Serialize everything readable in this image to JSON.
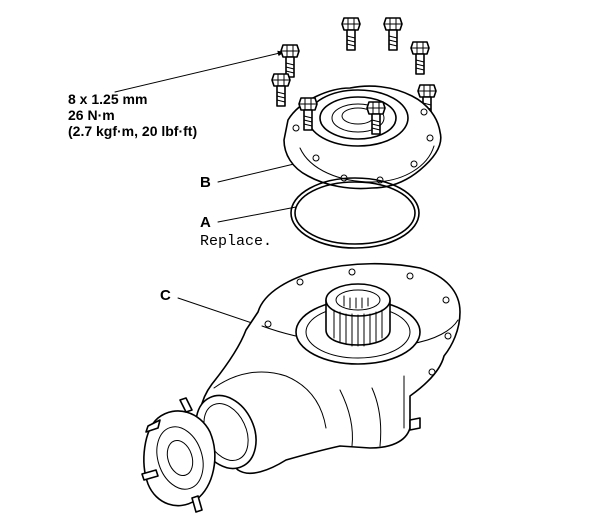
{
  "spec": {
    "size": "8 x 1.25 mm",
    "torque_nm": "26 N·m",
    "torque_alt": "(2.7 kgf·m, 20 lbf·ft)"
  },
  "labels": {
    "a": "A",
    "a_note": "Replace.",
    "b": "B",
    "c": "C"
  }
}
